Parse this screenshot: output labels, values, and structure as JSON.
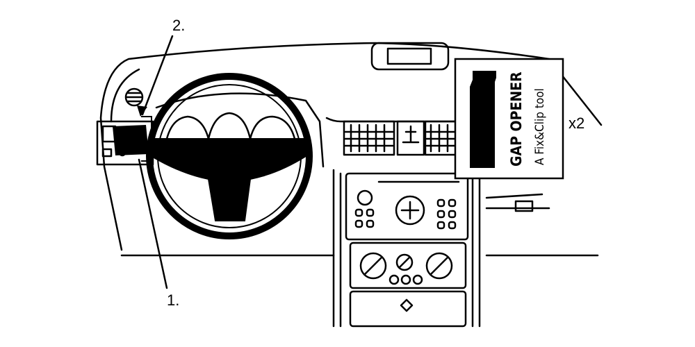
{
  "callouts": {
    "one": "1.",
    "two": "2."
  },
  "tool_box": {
    "title": "GAP OPENER",
    "subtitle": "A Fix&Clip tool",
    "quantity": "x2"
  },
  "colors": {
    "line": "#000000",
    "background": "#ffffff"
  }
}
